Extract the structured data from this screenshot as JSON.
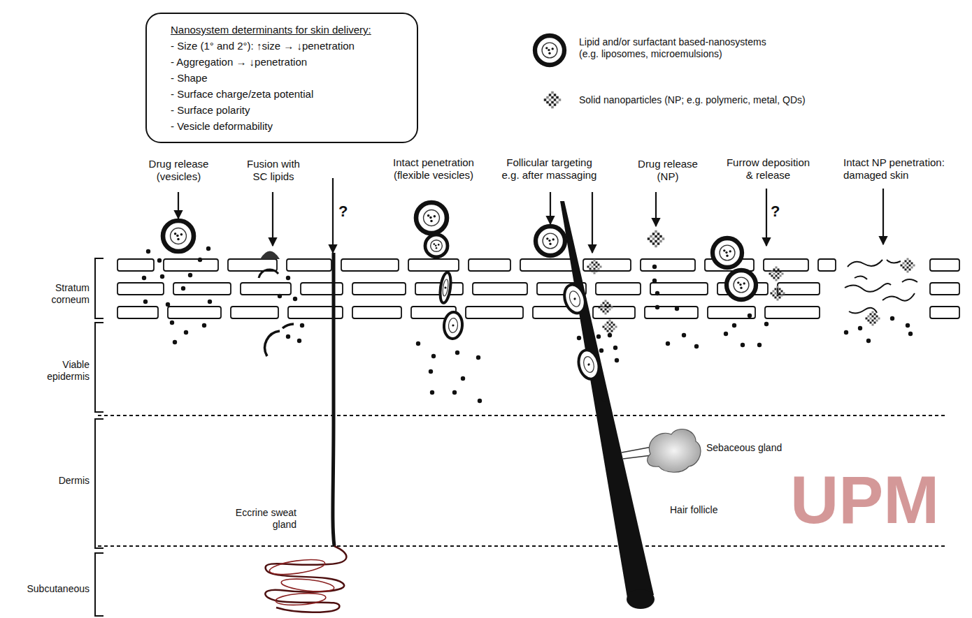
{
  "diagram": {
    "nodes": [
      {
        "text": [
          "Nanosystem determinants for skin delivery:",
          "- Size (1° and 2°): ↑size → ↓penetration",
          "- Aggregation → ↓penetration",
          "- Shape",
          "- Surface charge/zeta potential",
          "- Surface polarity",
          "- Vesicle deformability"
        ]
      }
    ],
    "labels": [
      "Drug release (vesicles)",
      "Fusion with SC lipids",
      "?",
      "Intact penetration (flexible vesicles)",
      "Follicular targeting e.g. after massaging",
      "Drug release (NP)",
      "Furrow deposition & release",
      "?",
      "Intact NP penetration: damaged skin",
      "Stratum corneum",
      "Viable epidermis",
      "Dermis",
      "Subcutaneous",
      "Eccrine sweat gland",
      "Sebaceous gland",
      "Hair follicle",
      "UPM"
    ],
    "legend": [
      {
        "text": "Lipid and/or surfactant based-nanosystems (e.g. liposomes, microemulsions)"
      },
      {
        "text": "Solid nanoparticles (NP; e.g. polymeric, metal, QDs)"
      }
    ]
  }
}
